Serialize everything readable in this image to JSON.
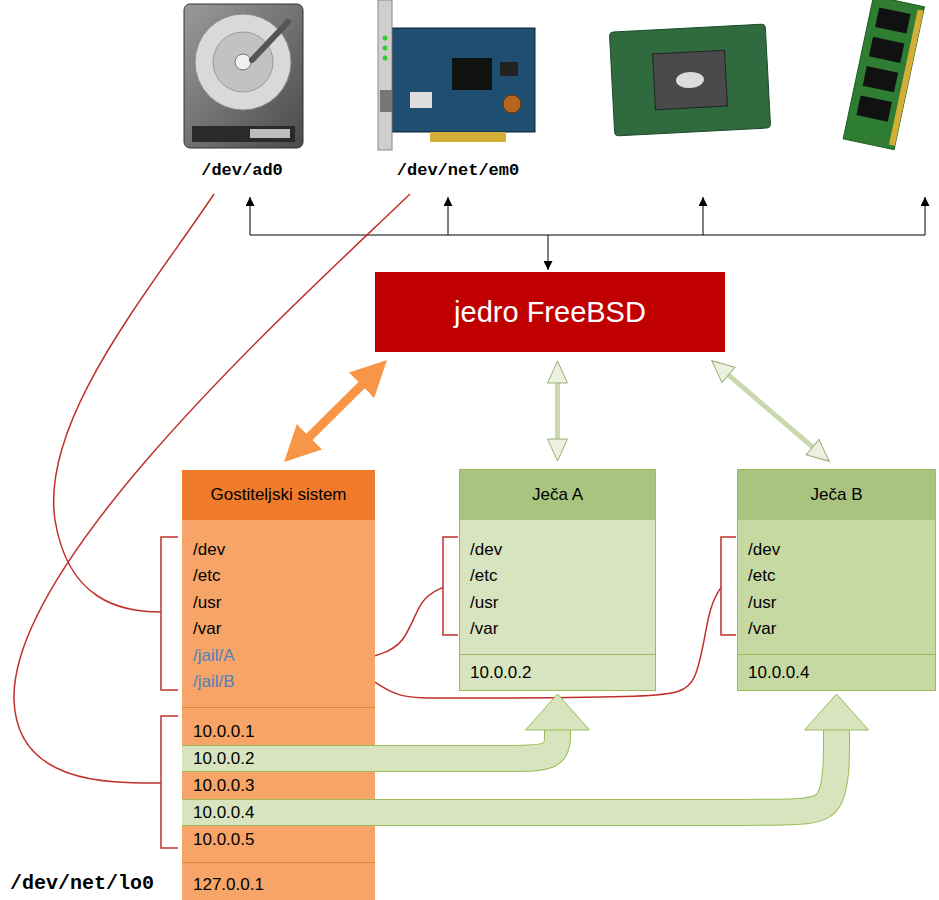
{
  "diagram": {
    "nodes": [
      {
        "text": [
          "jedro FreeBSD"
        ]
      },
      {
        "text": [
          "Gostiteljski sistem"
        ]
      },
      {
        "text": [
          "/dev",
          "/etc",
          "/usr",
          "/var",
          "/jail/A",
          "/jail/B"
        ],
        "in": 1
      },
      {
        "text": [
          "10.0.0.1"
        ],
        "in": 1
      },
      {
        "text": [
          "10.0.0.2"
        ],
        "in": 1
      },
      {
        "text": [
          "10.0.0.3"
        ],
        "in": 1
      },
      {
        "text": [
          "10.0.0.4"
        ],
        "in": 1
      },
      {
        "text": [
          "10.0.0.5"
        ],
        "in": 1
      },
      {
        "text": [
          "127.0.0.1"
        ],
        "in": 1
      },
      {
        "text": [
          "Ječa A"
        ]
      },
      {
        "text": [
          "/dev",
          "/etc",
          "/usr",
          "/var"
        ],
        "in": 9
      },
      {
        "text": [
          "10.0.0.2"
        ],
        "in": 9
      },
      {
        "text": [
          "Ječa B"
        ]
      },
      {
        "text": [
          "/dev",
          "/etc",
          "/usr",
          "/var"
        ],
        "in": 12
      },
      {
        "text": [
          "10.0.0.4"
        ],
        "in": 12
      }
    ],
    "edges": [
      {
        "from": 0,
        "to": 1,
        "arrow": "both"
      },
      {
        "from": 0,
        "to": 9,
        "arrow": "both"
      },
      {
        "from": 0,
        "to": 12,
        "arrow": "both"
      },
      {
        "from": 2,
        "to": 10,
        "arrow": "none"
      },
      {
        "from": 2,
        "to": 13,
        "arrow": "none"
      },
      {
        "from": 4,
        "to": 11,
        "arrow": "to"
      },
      {
        "from": 6,
        "to": 14,
        "arrow": "to"
      }
    ],
    "labels": [
      "/dev/ad0",
      "/dev/net/em0",
      "/dev/net/lo0"
    ]
  }
}
